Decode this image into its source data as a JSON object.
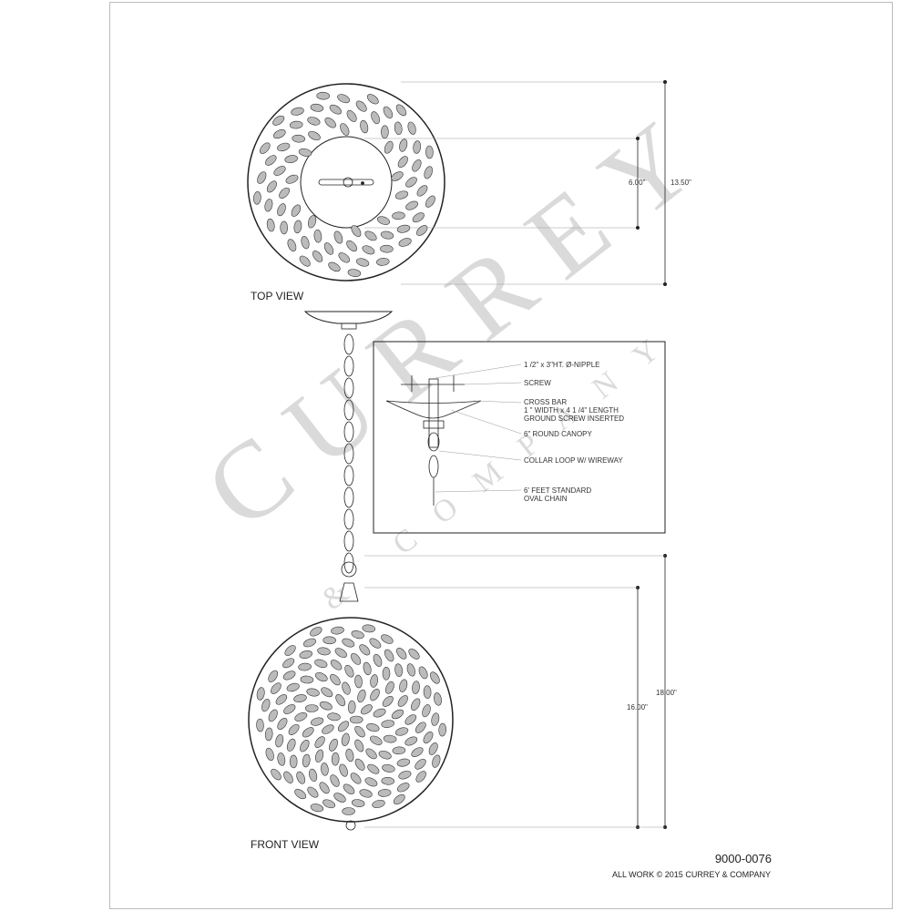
{
  "views": {
    "top_label": "TOP VIEW",
    "front_label": "FRONT VIEW"
  },
  "dimensions": {
    "top_overall": "13.50\"",
    "top_canopy": "6.00\"",
    "front_overall": "18.00\"",
    "front_body": "16.00\""
  },
  "detail_callouts": [
    {
      "line1": "1 /2\" x 3\"HT. Ø-NIPPLE"
    },
    {
      "line1": "SCREW"
    },
    {
      "line1": "CROSS BAR",
      "line2": "1 \" WIDTH x 4 1 /4\" LENGTH",
      "line3": "GROUND SCREW INSERTED"
    },
    {
      "line1": "6\" ROUND CANOPY"
    },
    {
      "line1": "COLLAR LOOP W/ WIREWAY"
    },
    {
      "line1": "6' FEET STANDARD",
      "line2": "OVAL CHAIN"
    }
  ],
  "footer": {
    "part_number": "9000-0076",
    "copyright": "ALL WORK © 2015 CURREY & COMPANY"
  },
  "watermark": {
    "brand": "CURREY",
    "sub": "& COMPANY"
  }
}
